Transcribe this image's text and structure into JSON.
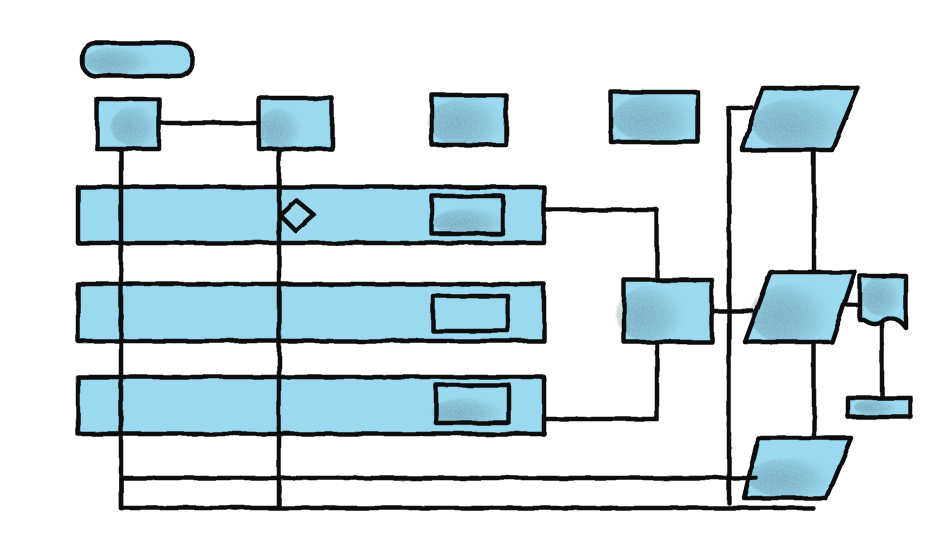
{
  "colors": {
    "background": "#ffffff",
    "fill": "#9ad9f0",
    "stroke": "#111111",
    "shade": "#1f3a48"
  },
  "diagram": {
    "style": "hand-drawn flowchart sketch",
    "nodes": [
      {
        "id": "start",
        "shape": "rounded-rectangle",
        "shaded": true
      },
      {
        "id": "process-a",
        "shape": "rectangle",
        "shaded": true
      },
      {
        "id": "process-b",
        "shape": "rectangle",
        "shaded": true
      },
      {
        "id": "process-c",
        "shape": "rectangle",
        "shaded": true
      },
      {
        "id": "process-d",
        "shape": "rectangle",
        "shaded": true
      },
      {
        "id": "lane-1",
        "shape": "wide-bar",
        "shaded": false
      },
      {
        "id": "lane-2",
        "shape": "wide-bar",
        "shaded": false
      },
      {
        "id": "lane-3",
        "shape": "wide-bar",
        "shaded": false
      },
      {
        "id": "lane-1-subprocess",
        "shape": "rectangle",
        "shaded": true
      },
      {
        "id": "lane-2-subprocess",
        "shape": "rectangle",
        "shaded": false
      },
      {
        "id": "lane-3-subprocess",
        "shape": "rectangle",
        "shaded": true
      },
      {
        "id": "decision",
        "shape": "diamond",
        "shaded": false
      },
      {
        "id": "merge-process",
        "shape": "rectangle",
        "shaded": true
      },
      {
        "id": "io-top",
        "shape": "parallelogram",
        "shaded": true
      },
      {
        "id": "io-middle",
        "shape": "parallelogram",
        "shaded": true
      },
      {
        "id": "io-bottom",
        "shape": "parallelogram",
        "shaded": true
      },
      {
        "id": "document",
        "shape": "document",
        "shaded": true
      },
      {
        "id": "terminal-bar",
        "shape": "small-bar",
        "shaded": true
      }
    ]
  }
}
